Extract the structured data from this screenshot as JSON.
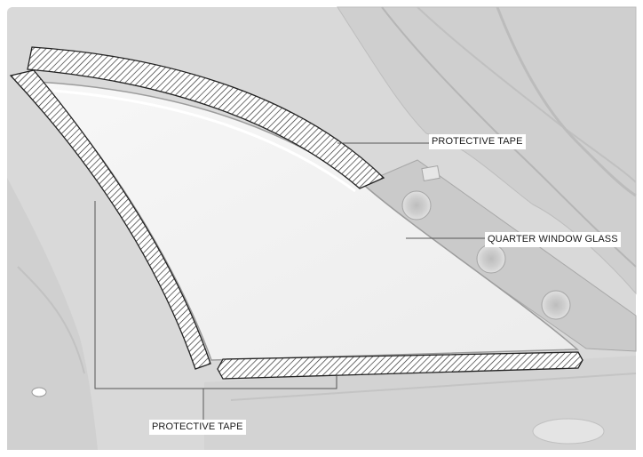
{
  "figure": {
    "callouts": {
      "protective_tape_upper": "PROTECTIVE TAPE",
      "quarter_window_glass": "QUARTER WINDOW GLASS",
      "protective_tape_lower": "PROTECTIVE TAPE"
    },
    "colors": {
      "background": "#ffffff",
      "body_panel": "#d9d9d9",
      "body_panel_dark": "#c4c4c4",
      "glass": "#f3f3f3",
      "tape_fill": "#ffffff",
      "tape_hatch": "#333333",
      "leader_line": "#555555",
      "label_text": "#1a1a1a"
    }
  }
}
